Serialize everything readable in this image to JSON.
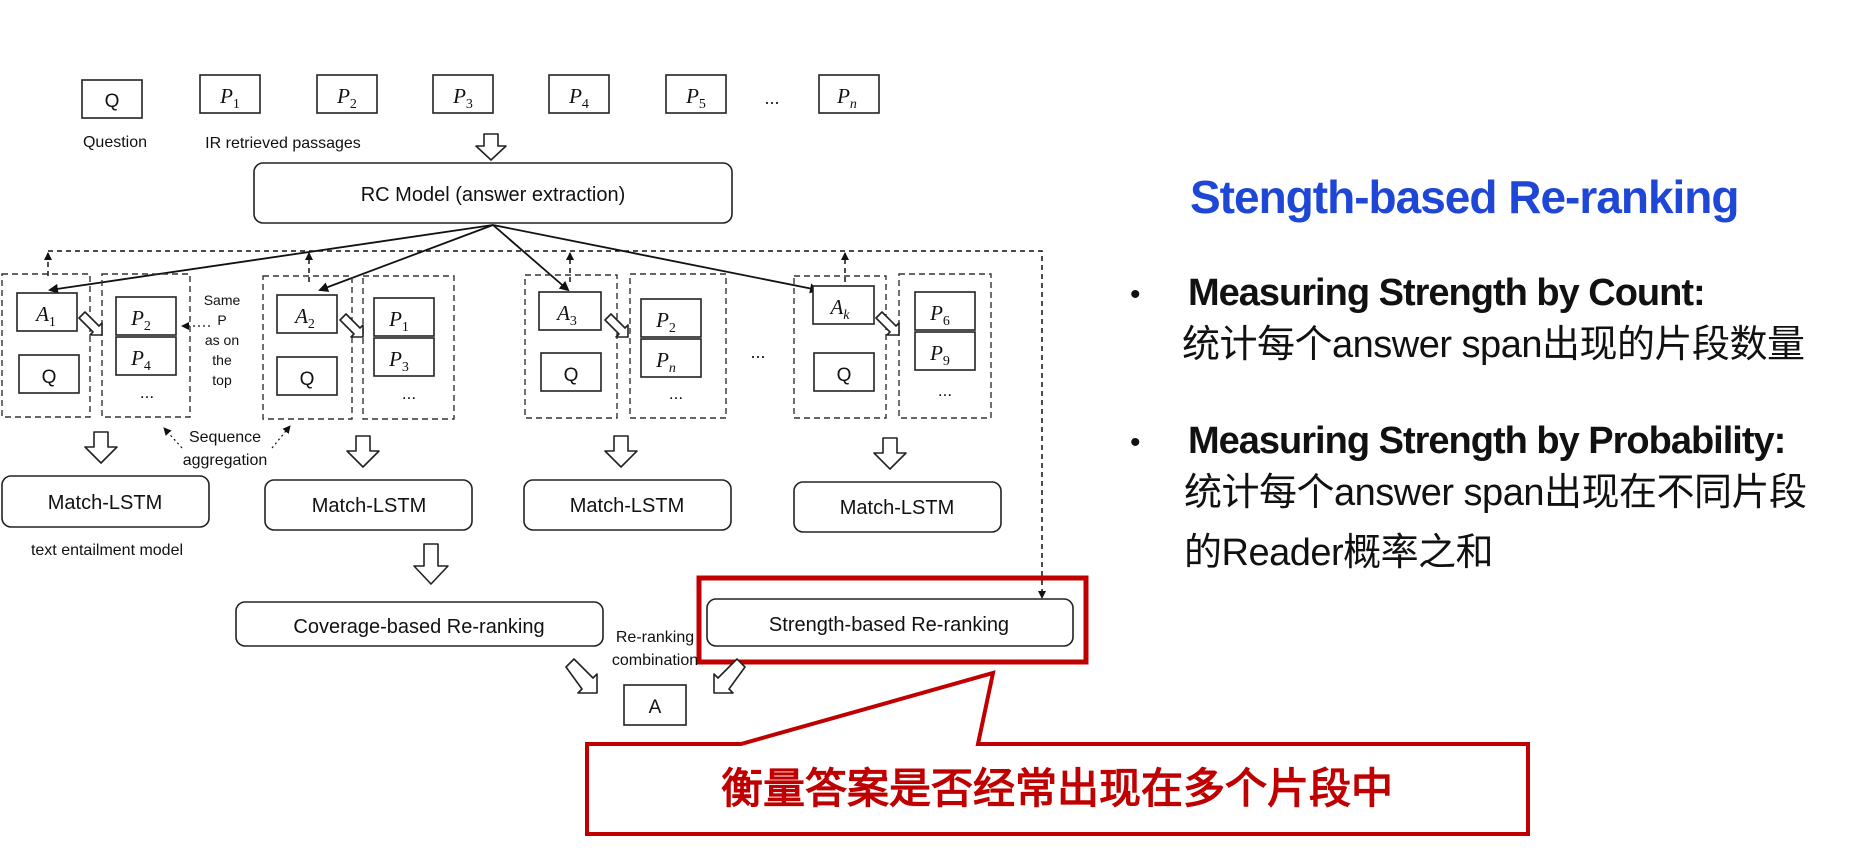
{
  "diagram": {
    "question_box": "Q",
    "question_label": "Question",
    "passages_label": "IR retrieved passages",
    "passages": [
      {
        "letter": "P",
        "sub": "1"
      },
      {
        "letter": "P",
        "sub": "2"
      },
      {
        "letter": "P",
        "sub": "3"
      },
      {
        "letter": "P",
        "sub": "4"
      },
      {
        "letter": "P",
        "sub": "5"
      },
      {
        "letter": "P",
        "sub": "n"
      }
    ],
    "ellipsis": "...",
    "rc_model": "RC Model (answer extraction)",
    "groups": [
      {
        "answer": "A",
        "answer_sub": "1",
        "q": "Q",
        "p_top": "P",
        "p_top_sub": "2",
        "p_bot": "P",
        "p_bot_sub": "4",
        "more": "...",
        "match": "Match-LSTM"
      },
      {
        "answer": "A",
        "answer_sub": "2",
        "q": "Q",
        "p_top": "P",
        "p_top_sub": "1",
        "p_bot": "P",
        "p_bot_sub": "3",
        "more": "...",
        "match": "Match-LSTM"
      },
      {
        "answer": "A",
        "answer_sub": "3",
        "q": "Q",
        "p_top": "P",
        "p_top_sub": "2",
        "p_bot": "P",
        "p_bot_sub": "n",
        "more": "...",
        "match": "Match-LSTM"
      },
      {
        "answer": "A",
        "answer_sub": "k",
        "q": "Q",
        "p_top": "P",
        "p_top_sub": "6",
        "p_bot": "P",
        "p_bot_sub": "9",
        "more": "...",
        "match": "Match-LSTM"
      }
    ],
    "same_p_note": [
      "Same",
      "P",
      "as on",
      "the",
      "top"
    ],
    "sequence_aggregation": [
      "Sequence",
      "aggregation"
    ],
    "text_entailment": "text entailment model",
    "coverage_rerank": "Coverage-based Re-ranking",
    "strength_rerank": "Strength-based Re-ranking",
    "rerank_combination": [
      "Re-ranking",
      "combination"
    ],
    "final_answer": "A",
    "callout_text": "衡量答案是否经常出现在多个片段中"
  },
  "slide": {
    "title": "Stength-based Re-ranking",
    "bullets": [
      {
        "dot": "•",
        "heading": "Measuring Strength by Count:",
        "body": [
          "统计每个answer span出现的片段数量"
        ]
      },
      {
        "dot": "•",
        "heading": "Measuring Strength by Probability:",
        "body": [
          "统计每个answer span出现在不同片段",
          "的Reader概率之和"
        ]
      }
    ]
  },
  "colors": {
    "title": "#1f47d6",
    "highlight": "#c00000",
    "callout_text": "#c00000"
  }
}
